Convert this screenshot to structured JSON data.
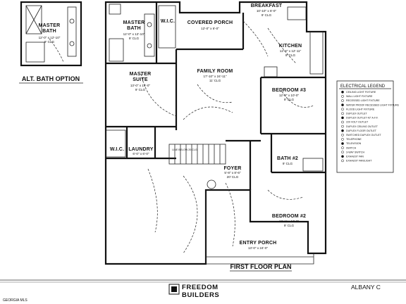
{
  "alt_bath": {
    "room": {
      "name": "MASTER\nBATH",
      "dims": "12'-0\" x 12'-10\"",
      "clg": "9' CLG"
    },
    "caption": "ALT. BATH OPTION"
  },
  "rooms": [
    {
      "id": "master-bath",
      "name": "MASTER\nBATH",
      "dims": "12'-0\" x 12'-10\"",
      "clg": "9' CLG"
    },
    {
      "id": "wic-top",
      "name": "W.I.C.",
      "dims": "",
      "clg": ""
    },
    {
      "id": "covered-porch",
      "name": "COVERED PORCH",
      "dims": "12'-0\" x 6'-0\"",
      "clg": ""
    },
    {
      "id": "breakfast",
      "name": "BREAKFAST",
      "dims": "10'-10\" x 6'-0\"",
      "clg": "9' CLG"
    },
    {
      "id": "kitchen",
      "name": "KITCHEN",
      "dims": "12'-0\" x 12'-11\"",
      "clg": "9' CLG"
    },
    {
      "id": "master-suite",
      "name": "MASTER\nSUITE",
      "dims": "13'-0\" x 14'-0\"",
      "clg": "9' CLG"
    },
    {
      "id": "family-room",
      "name": "FAMILY ROOM",
      "dims": "17'-10\" x 24'-11\"",
      "clg": "11' CLG"
    },
    {
      "id": "bedroom-3",
      "name": "BEDROOM #3",
      "dims": "12'-0\" x 10'-0\"",
      "clg": "9' CLG"
    },
    {
      "id": "wic-bottom",
      "name": "W.I.C.",
      "dims": "",
      "clg": ""
    },
    {
      "id": "laundry",
      "name": "LAUNDRY",
      "dims": "6'-0\" x 6'-0\"",
      "clg": ""
    },
    {
      "id": "bath-2",
      "name": "BATH #2",
      "dims": "",
      "clg": "9' CLG"
    },
    {
      "id": "foyer",
      "name": "FOYER",
      "dims": "5'-8\" x 8'-6\"",
      "clg": "20' CLG"
    },
    {
      "id": "bedroom-2",
      "name": "BEDROOM #2",
      "dims": "12'-1\" x 12'-0\"",
      "clg": "9' CLG"
    },
    {
      "id": "entry-porch",
      "name": "ENTRY PORCH",
      "dims": "13'-0\" x 24'-0\"",
      "clg": ""
    }
  ],
  "stair_note": "LINE BELOW 20 CLG",
  "plan_title": "FIRST FLOOR PLAN",
  "legend": {
    "title": "ELECTRICAL LEGEND",
    "items": [
      "CEILING LIGHT FIXTURE",
      "WALL LIGHT FIXTURE",
      "RECESSED LIGHT FIXTURE",
      "WATER PROOF RECESSED LIGHT FIXTURE",
      "FLOOD LIGHT FIXTURE",
      "DUPLEX OUTLET",
      "DUPLEX OUTLET 42\" A.F.F.",
      "220 VOLT OUTLET",
      "DUPLEX CEILING OUTLET",
      "DUPLEX FLOOR OUTLET",
      "SWITCHED DUPLEX OUTLET",
      "TELEPHONE",
      "TELEVISION",
      "SWITCH",
      "3-WAY SWITCH",
      "EXHAUST FAN",
      "EXHAUST FAN/LIGHT"
    ]
  },
  "footer": {
    "brand_line1": "FREEDOM",
    "brand_line2": "BUILDERS",
    "plan_name": "ALBANY C",
    "watermark": "GEORGIA MLS"
  }
}
